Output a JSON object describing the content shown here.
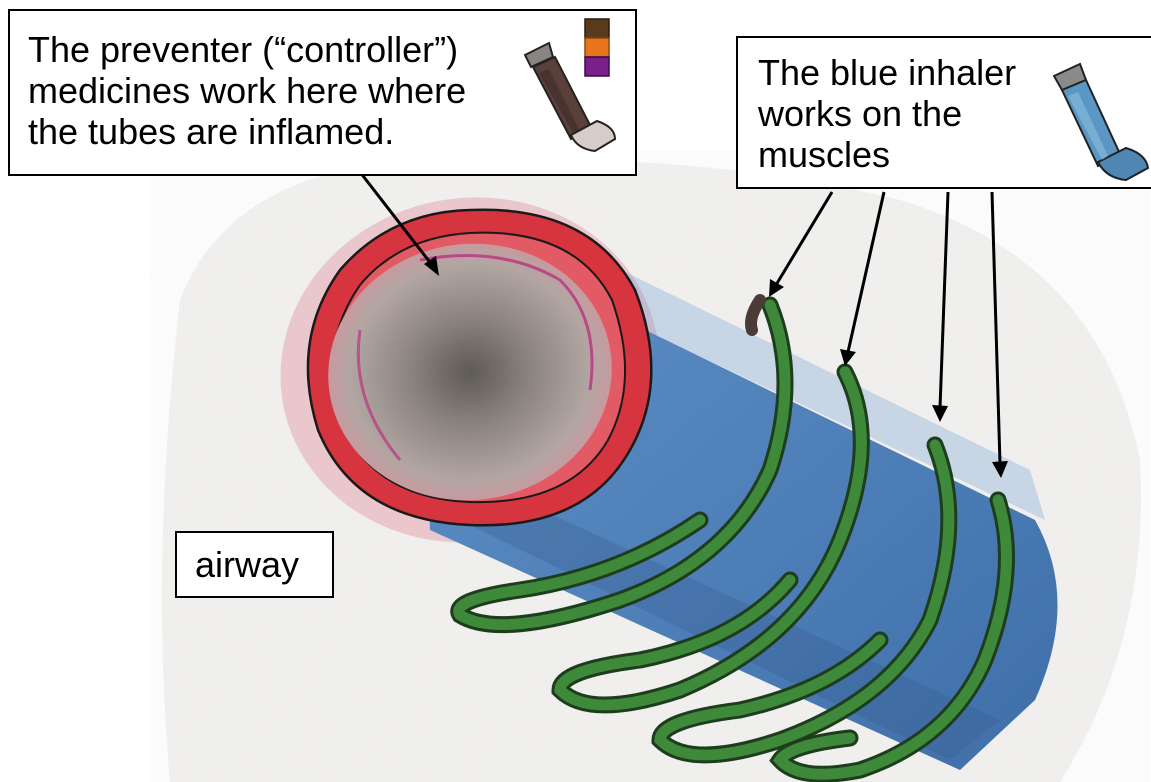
{
  "labels": {
    "preventer": "The preventer (“controller”)\nmedicines work here where\nthe tubes are inflamed.",
    "blue_inhaler": "The blue inhaler\nworks on the\nmuscles",
    "airway": "airway"
  },
  "icons": {
    "preventer_inhaler": "brown-inhaler-icon",
    "color_swatches": [
      "#5a3a1e",
      "#e8741c",
      "#7a1f8c"
    ],
    "blue_inhaler": "blue-inhaler-icon"
  },
  "colors": {
    "inflamed_wall": "#d6343f",
    "airway_tube": "#4e7fb8",
    "muscle_band": "#3e8a3a",
    "preventer_inhaler": "#5a403a",
    "blue_inhaler": "#5b97c4"
  }
}
